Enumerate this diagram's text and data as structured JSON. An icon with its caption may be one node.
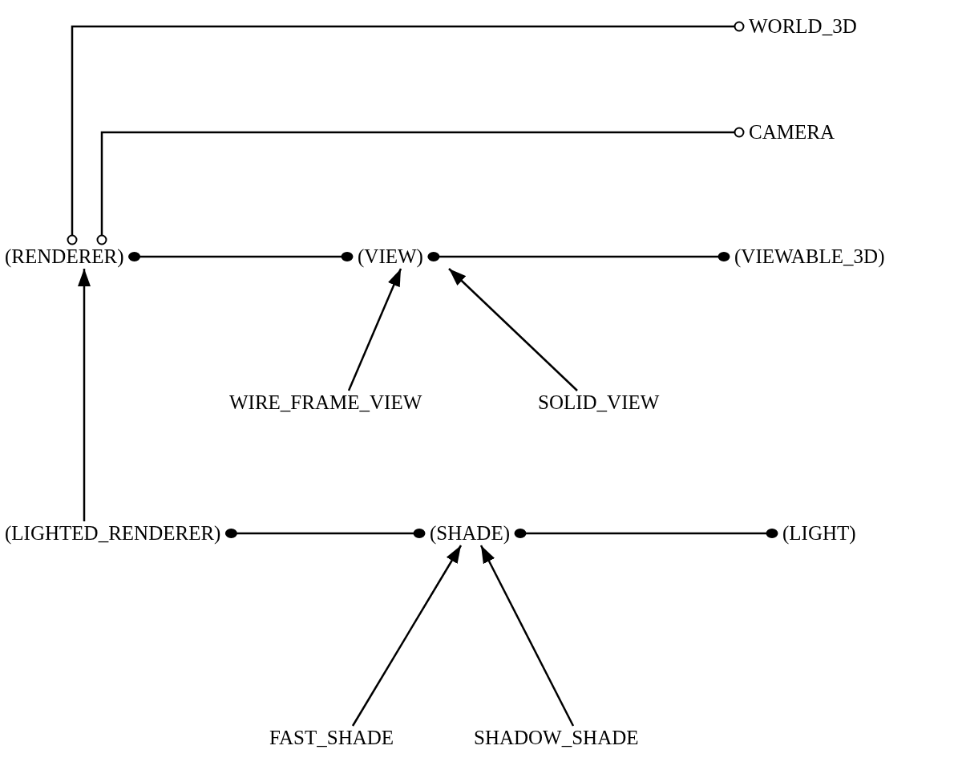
{
  "diagram": {
    "nodes": [
      {
        "text": [
          "WORLD_3D"
        ]
      },
      {
        "text": [
          "CAMERA"
        ]
      },
      {
        "text": [
          "(RENDERER)"
        ]
      },
      {
        "text": [
          "(VIEW)"
        ]
      },
      {
        "text": [
          "(VIEWABLE_3D)"
        ]
      },
      {
        "text": [
          "WIRE_FRAME_VIEW"
        ]
      },
      {
        "text": [
          "SOLID_VIEW"
        ]
      },
      {
        "text": [
          "(LIGHTED_RENDERER)"
        ]
      },
      {
        "text": [
          "(SHADE)"
        ]
      },
      {
        "text": [
          "(LIGHT)"
        ]
      },
      {
        "text": [
          "FAST_SHADE"
        ]
      },
      {
        "text": [
          "SHADOW_SHADE"
        ]
      }
    ],
    "edges": [
      {
        "from": 2,
        "to": 0,
        "arrow": "other"
      },
      {
        "from": 2,
        "to": 1,
        "arrow": "other"
      },
      {
        "from": 2,
        "to": 3,
        "arrow": "other"
      },
      {
        "from": 3,
        "to": 4,
        "arrow": "other"
      },
      {
        "from": 5,
        "to": 3,
        "arrow": "to"
      },
      {
        "from": 6,
        "to": 3,
        "arrow": "to"
      },
      {
        "from": 7,
        "to": 2,
        "arrow": "to"
      },
      {
        "from": 7,
        "to": 8,
        "arrow": "other"
      },
      {
        "from": 8,
        "to": 9,
        "arrow": "other"
      },
      {
        "from": 10,
        "to": 8,
        "arrow": "to"
      },
      {
        "from": 11,
        "to": 8,
        "arrow": "to"
      }
    ]
  }
}
